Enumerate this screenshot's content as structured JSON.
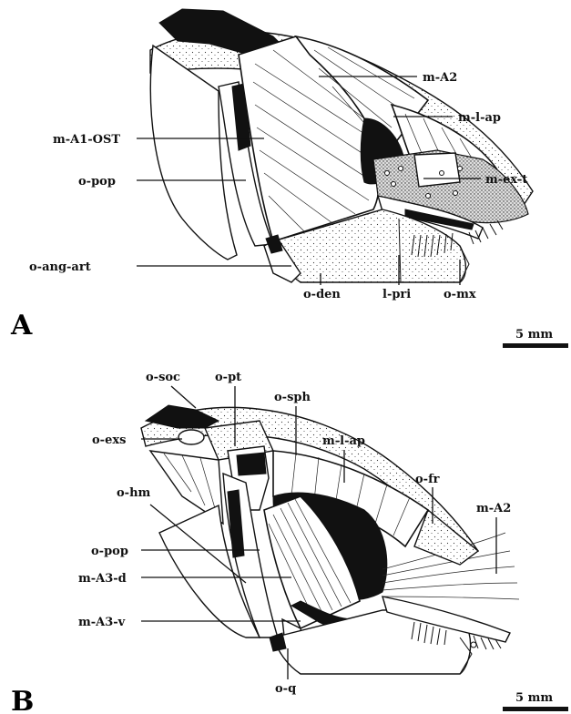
{
  "panels": [
    {
      "id": "A",
      "letter": "A",
      "scale_bar": "5 mm",
      "labels": {
        "m_A2": "m-A2",
        "m_l_ap": "m-l-ap",
        "m_A1_OST": "m-A1-OST",
        "o_pop": "o-pop",
        "m_ex_t": "m-ex-t",
        "o_ang_art": "o-ang-art",
        "o_den": "o-den",
        "l_pri": "l-pri",
        "o_mx": "o-mx"
      }
    },
    {
      "id": "B",
      "letter": "B",
      "scale_bar": "5 mm",
      "labels": {
        "o_soc": "o-soc",
        "o_pt": "o-pt",
        "o_sph": "o-sph",
        "o_exs": "o-exs",
        "m_l_ap": "m-l-ap",
        "o_fr": "o-fr",
        "o_hm": "o-hm",
        "m_A2": "m-A2",
        "o_pop": "o-pop",
        "m_A3_d": "m-A3-d",
        "m_A3_v": "m-A3-v",
        "o_q": "o-q"
      }
    }
  ]
}
